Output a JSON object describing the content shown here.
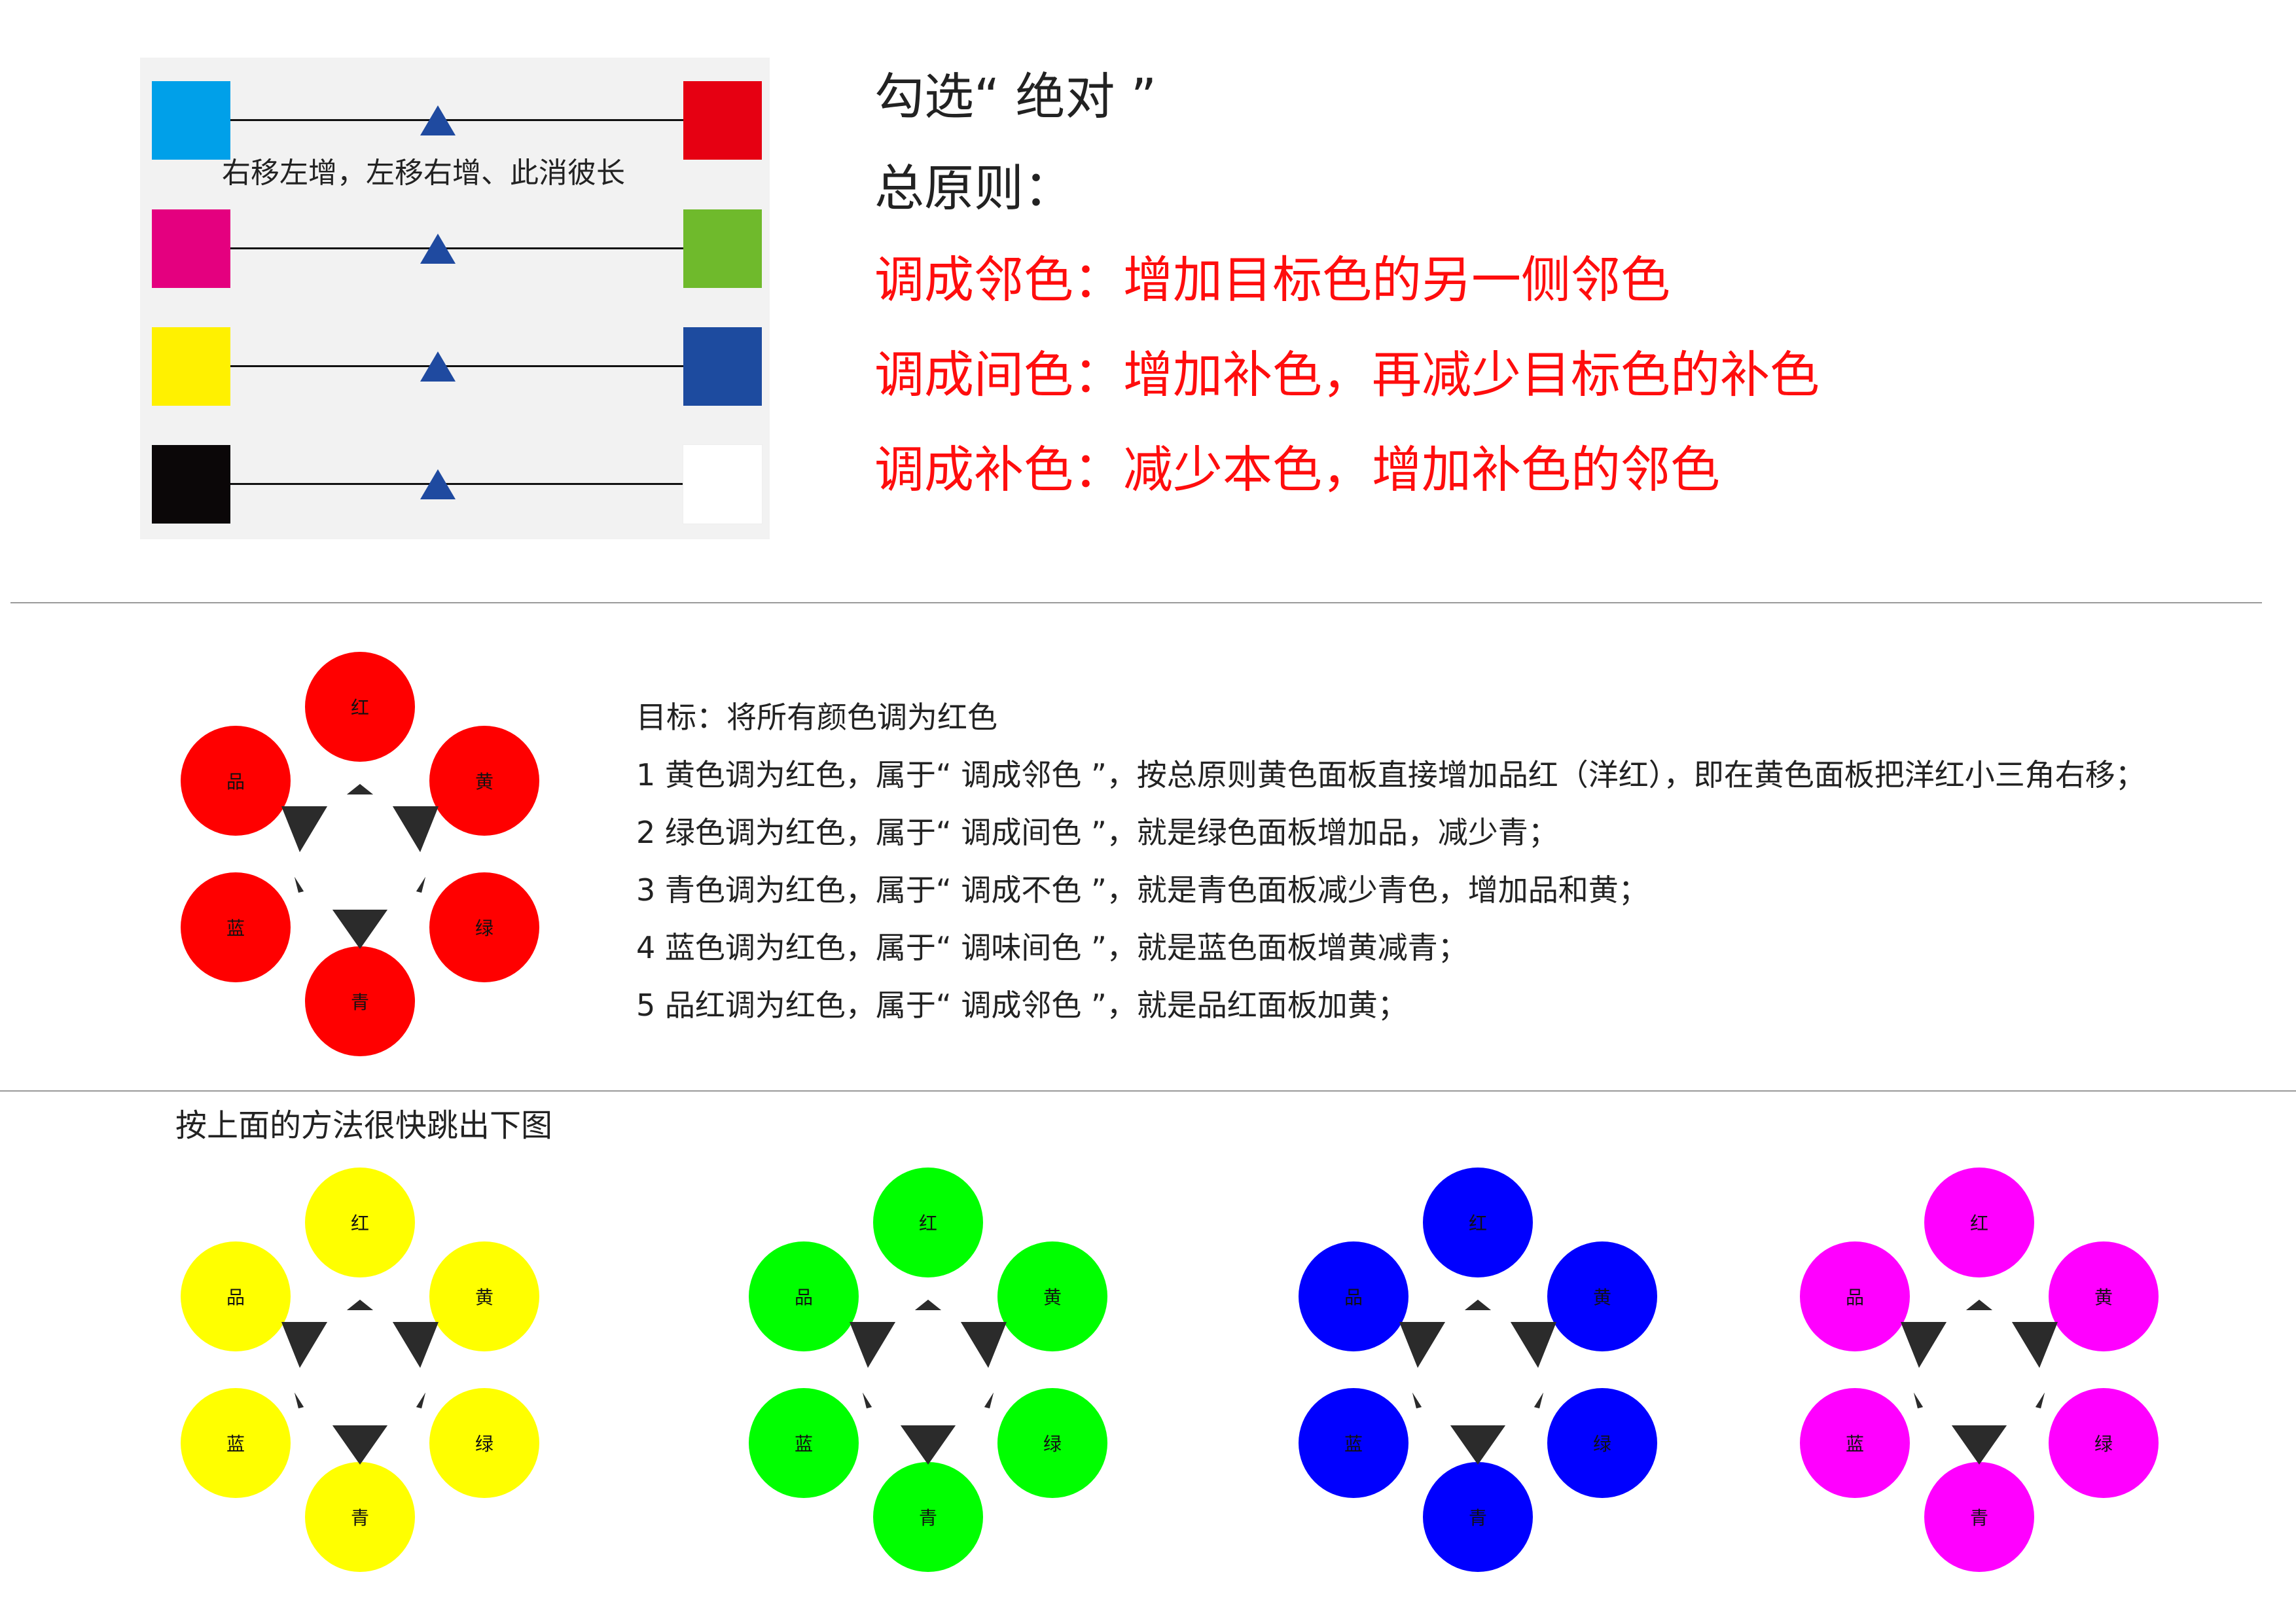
{
  "colors": {
    "cyan": "#00a0e9",
    "red": "#e60012",
    "magenta": "#e4007f",
    "green": "#6fba2c",
    "yellow": "#fff100",
    "blue": "#1d4b9f",
    "black": "#0b0708",
    "white": "#ffffff",
    "knob": "#1f4aa0",
    "text_red": "#ff0d0d"
  },
  "panel": {
    "note": "右移左增，左移右增、此消彼长"
  },
  "titles": {
    "check_absolute": "勾选“ 绝对 ”",
    "principle": "总原则：",
    "rule_adjacent": "调成邻色：增加目标色的另一侧邻色",
    "rule_between": "调成间色：增加补色，再减少目标色的补色",
    "rule_complement": "调成补色：减少本色，增加补色的邻色"
  },
  "wheel_labels": {
    "top": "红",
    "upper_right": "黄",
    "lower_right": "绿",
    "bottom": "青",
    "lower_left": "蓝",
    "upper_left": "品"
  },
  "wheel_fills": {
    "red": "#ff0000",
    "yellow": "#ffff00",
    "green": "#00ff00",
    "blue": "#0000ff",
    "magenta": "#ff00ff"
  },
  "goal": {
    "heading": "目标：将所有颜色调为红色",
    "lines": [
      "1  黄色调为红色，属于“ 调成邻色 ”，按总原则黄色面板直接增加品红（洋红），即在黄色面板把洋红小三角右移；",
      "2  绿色调为红色，属于“ 调成间色 ”，就是绿色面板增加品，减少青；",
      "3  青色调为红色，属于“ 调成不色 ”，就是青色面板减少青色，增加品和黄；",
      "4  蓝色调为红色，属于“ 调味间色 ”，就是蓝色面板增黄减青；",
      "5  品红调为红色，属于“ 调成邻色 ”，就是品红面板加黄；"
    ]
  },
  "caption": "按上面的方法很快跳出下图"
}
